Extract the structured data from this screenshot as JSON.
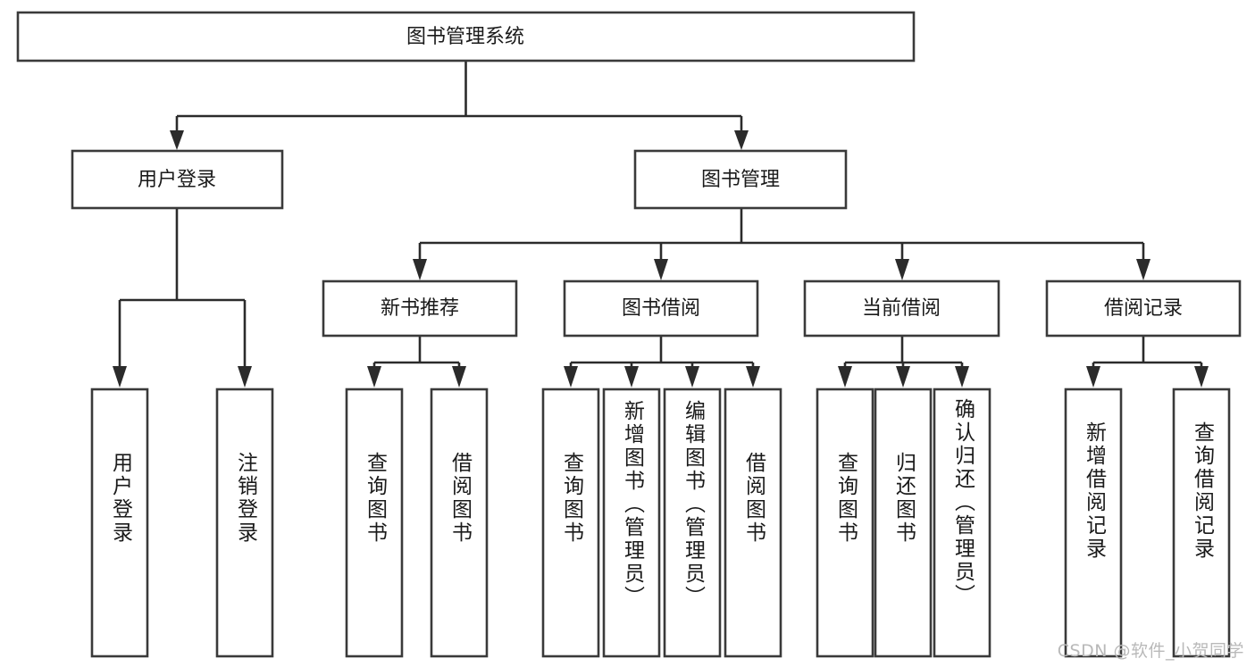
{
  "diagram": {
    "title": "图书管理系统",
    "type": "hierarchy-tree",
    "orientation": "top-down",
    "colors": {
      "box_stroke": "#3a3a3a",
      "box_fill": "#ffffff",
      "connector": "#2b2b2b",
      "text": "#1a1a1a",
      "watermark": "#b9b9b9",
      "background": "#ffffff"
    },
    "root": {
      "label": "图书管理系统"
    },
    "level2": [
      {
        "label": "用户登录"
      },
      {
        "label": "图书管理"
      }
    ],
    "level3": [
      {
        "label": "新书推荐"
      },
      {
        "label": "图书借阅"
      },
      {
        "label": "当前借阅"
      },
      {
        "label": "借阅记录"
      }
    ],
    "leaves": {
      "user_login": [
        {
          "label": "用户登录"
        },
        {
          "label": "注销登录"
        }
      ],
      "new_book_recommend": [
        {
          "label": "查询图书"
        },
        {
          "label": "借阅图书"
        }
      ],
      "book_borrow": [
        {
          "label": "查询图书"
        },
        {
          "label": "新增图书（管理员）"
        },
        {
          "label": "编辑图书（管理员）"
        },
        {
          "label": "借阅图书"
        }
      ],
      "current_borrow": [
        {
          "label": "查询图书"
        },
        {
          "label": "归还图书"
        },
        {
          "label": "确认归还（管理员）"
        }
      ],
      "borrow_record": [
        {
          "label": "新增借阅记录"
        },
        {
          "label": "查询借阅记录"
        }
      ]
    }
  },
  "watermark": {
    "text": "CSDN @软件_小贺同学"
  }
}
